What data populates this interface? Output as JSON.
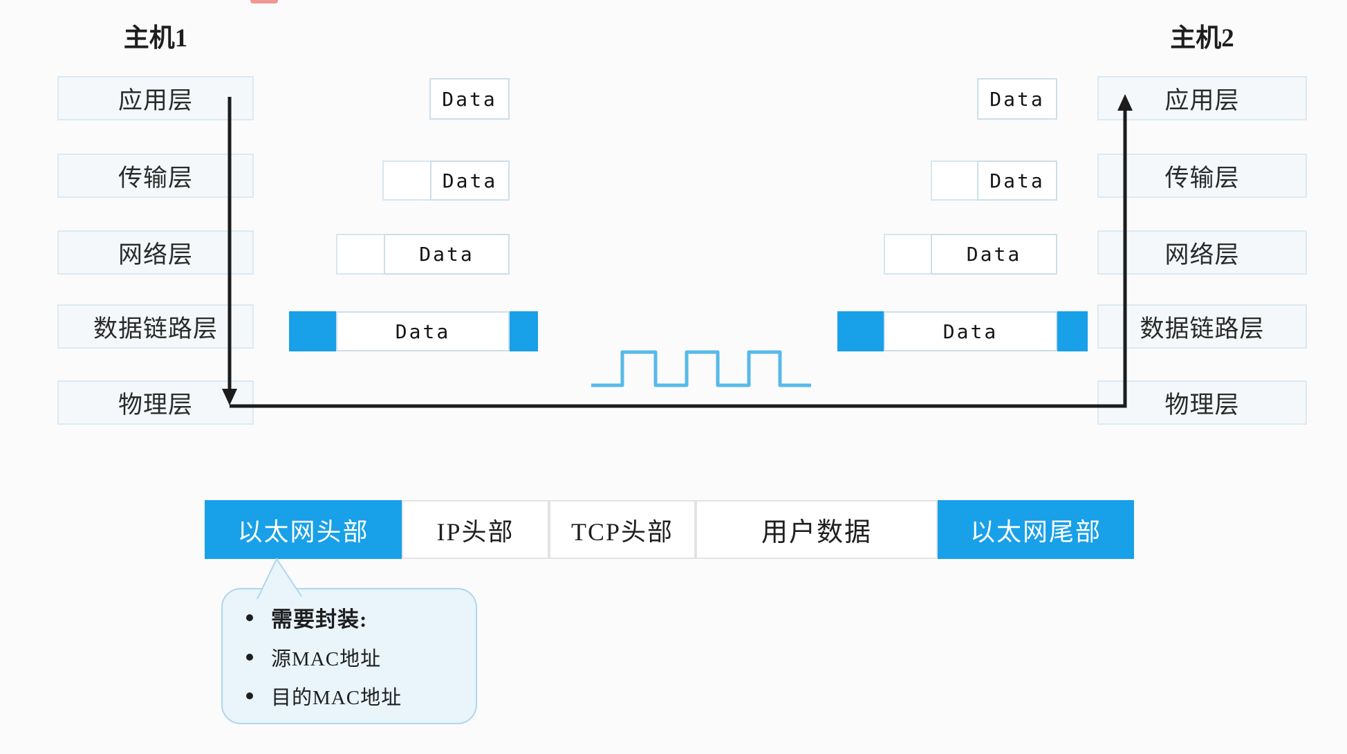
{
  "labels": {
    "data": "Data"
  },
  "host1": {
    "title": "主机1",
    "layers": [
      "应用层",
      "传输层",
      "网络层",
      "数据链路层",
      "物理层"
    ]
  },
  "host2": {
    "title": "主机2",
    "layers": [
      "应用层",
      "传输层",
      "网络层",
      "数据链路层",
      "物理层"
    ]
  },
  "frame": {
    "segments": [
      {
        "label": "以太网头部",
        "style": "blue"
      },
      {
        "label": "IP头部",
        "style": "white"
      },
      {
        "label": "TCP头部",
        "style": "white"
      },
      {
        "label": "用户数据",
        "style": "white"
      },
      {
        "label": "以太网尾部",
        "style": "blue"
      }
    ]
  },
  "callout": {
    "items": [
      {
        "text": "需要封装:",
        "bold": true
      },
      {
        "text": "源MAC地址",
        "bold": false
      },
      {
        "text": "目的MAC地址",
        "bold": false
      }
    ]
  },
  "colors": {
    "accent_blue": "#18a0e8",
    "wave_blue": "#57b9e8",
    "arrow_black": "#1c1c1c"
  }
}
